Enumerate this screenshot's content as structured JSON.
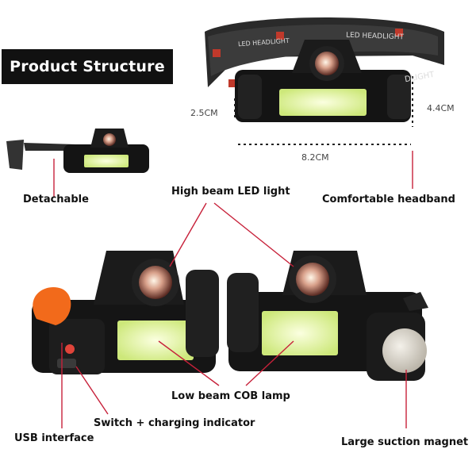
{
  "title": "Product Structure",
  "headband_text": [
    "LED HEADLIGHT",
    "LED HEADLIGHT",
    "DLIGHT"
  ],
  "dimensions": {
    "height_left": "2.5CM",
    "height_right": "4.4CM",
    "width": "8.2CM"
  },
  "labels": {
    "detachable": "Detachable",
    "high_beam": "High beam LED light",
    "comfortable_headband": "Comfortable headband",
    "low_beam": "Low beam COB lamp",
    "switch": "Switch + charging indicator",
    "usb": "USB interface",
    "magnet": "Large suction magnet"
  },
  "colors": {
    "cob_glow": "#e8f7a8",
    "leader_line": "#c7213a",
    "switch_cap": "#f26a1b",
    "body": "#151515"
  }
}
